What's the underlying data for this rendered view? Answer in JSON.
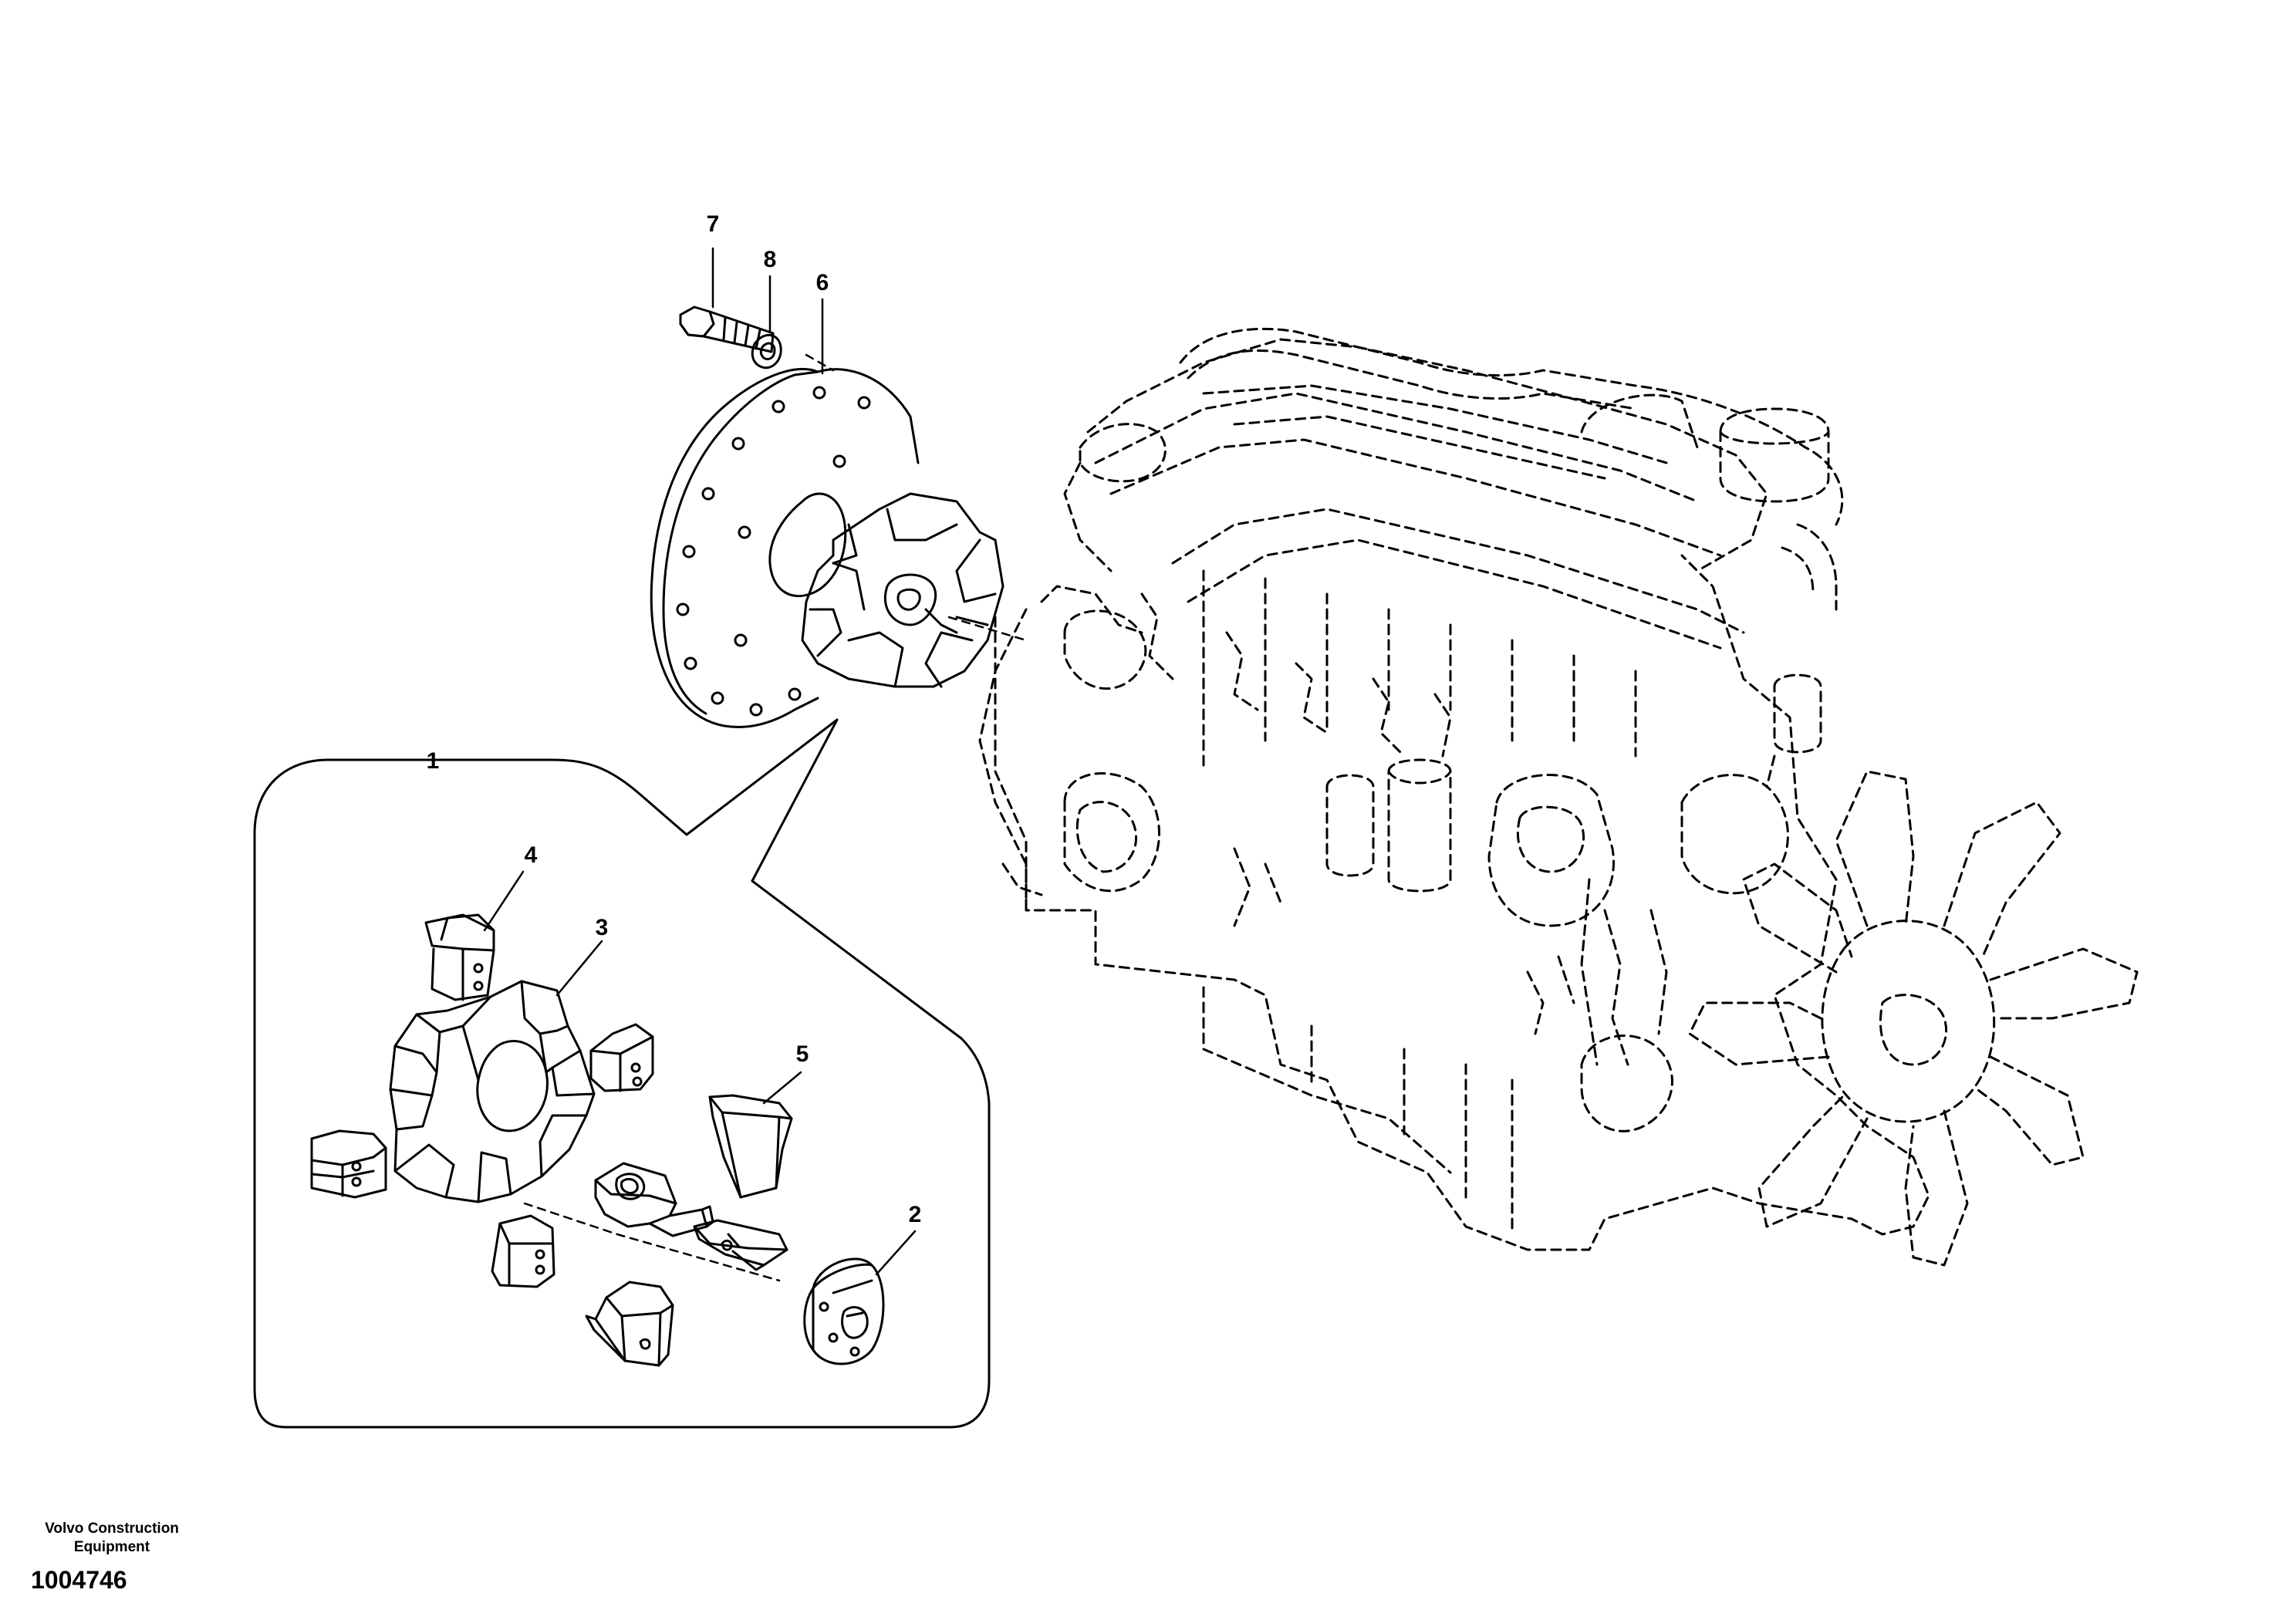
{
  "callouts": {
    "c1": "1",
    "c2": "2",
    "c3": "3",
    "c4": "4",
    "c5": "5",
    "c6": "6",
    "c7": "7",
    "c8": "8"
  },
  "footer": {
    "company_line1": "Volvo Construction",
    "company_line2": "Equipment",
    "drawing_number": "1004746"
  },
  "colors": {
    "line": "#000000",
    "background": "#ffffff"
  }
}
